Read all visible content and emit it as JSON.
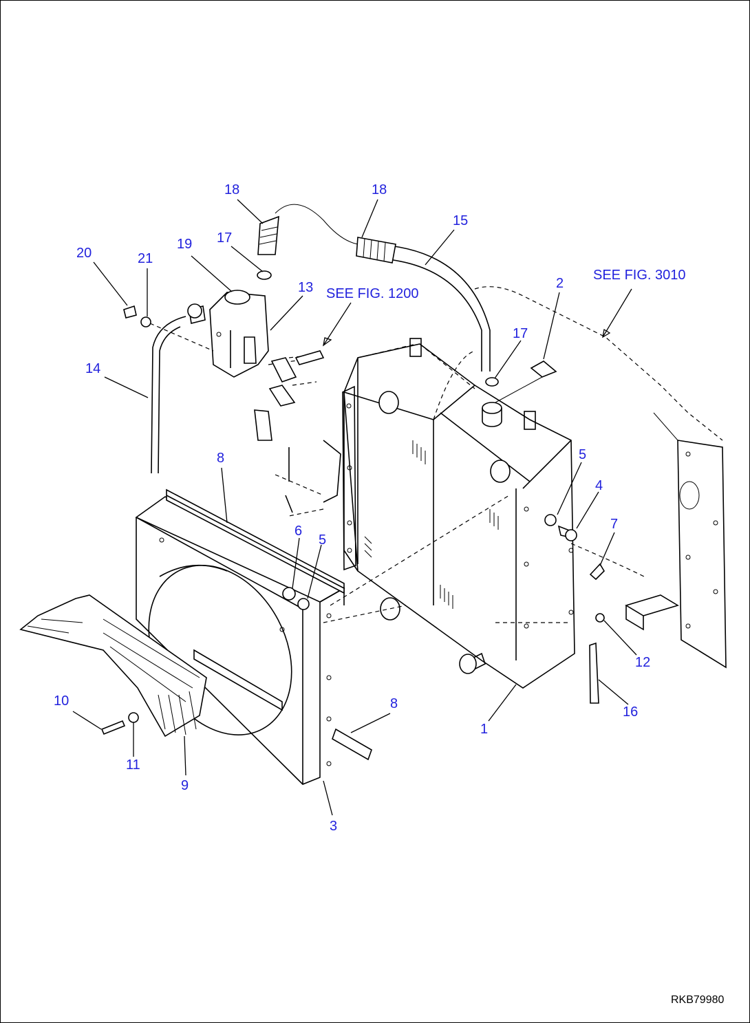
{
  "diagram": {
    "callouts": [
      {
        "id": "c1",
        "label": "1"
      },
      {
        "id": "c2",
        "label": "2"
      },
      {
        "id": "c3",
        "label": "3"
      },
      {
        "id": "c4",
        "label": "4"
      },
      {
        "id": "c5a",
        "label": "5"
      },
      {
        "id": "c5b",
        "label": "5"
      },
      {
        "id": "c6",
        "label": "6"
      },
      {
        "id": "c7",
        "label": "7"
      },
      {
        "id": "c8a",
        "label": "8"
      },
      {
        "id": "c8b",
        "label": "8"
      },
      {
        "id": "c9",
        "label": "9"
      },
      {
        "id": "c10",
        "label": "10"
      },
      {
        "id": "c11",
        "label": "11"
      },
      {
        "id": "c12",
        "label": "12"
      },
      {
        "id": "c13",
        "label": "13"
      },
      {
        "id": "c14",
        "label": "14"
      },
      {
        "id": "c15",
        "label": "15"
      },
      {
        "id": "c16",
        "label": "16"
      },
      {
        "id": "c17a",
        "label": "17"
      },
      {
        "id": "c17b",
        "label": "17"
      },
      {
        "id": "c18a",
        "label": "18"
      },
      {
        "id": "c18b",
        "label": "18"
      },
      {
        "id": "c19",
        "label": "19"
      },
      {
        "id": "c20",
        "label": "20"
      },
      {
        "id": "c21",
        "label": "21"
      }
    ],
    "references": [
      {
        "id": "ref1200",
        "label": "SEE FIG. 1200"
      },
      {
        "id": "ref3010",
        "label": "SEE FIG. 3010"
      }
    ],
    "figure_id": "RKB79980",
    "colors": {
      "callout": "#2222dd",
      "line": "#000000",
      "background": "#ffffff"
    }
  }
}
